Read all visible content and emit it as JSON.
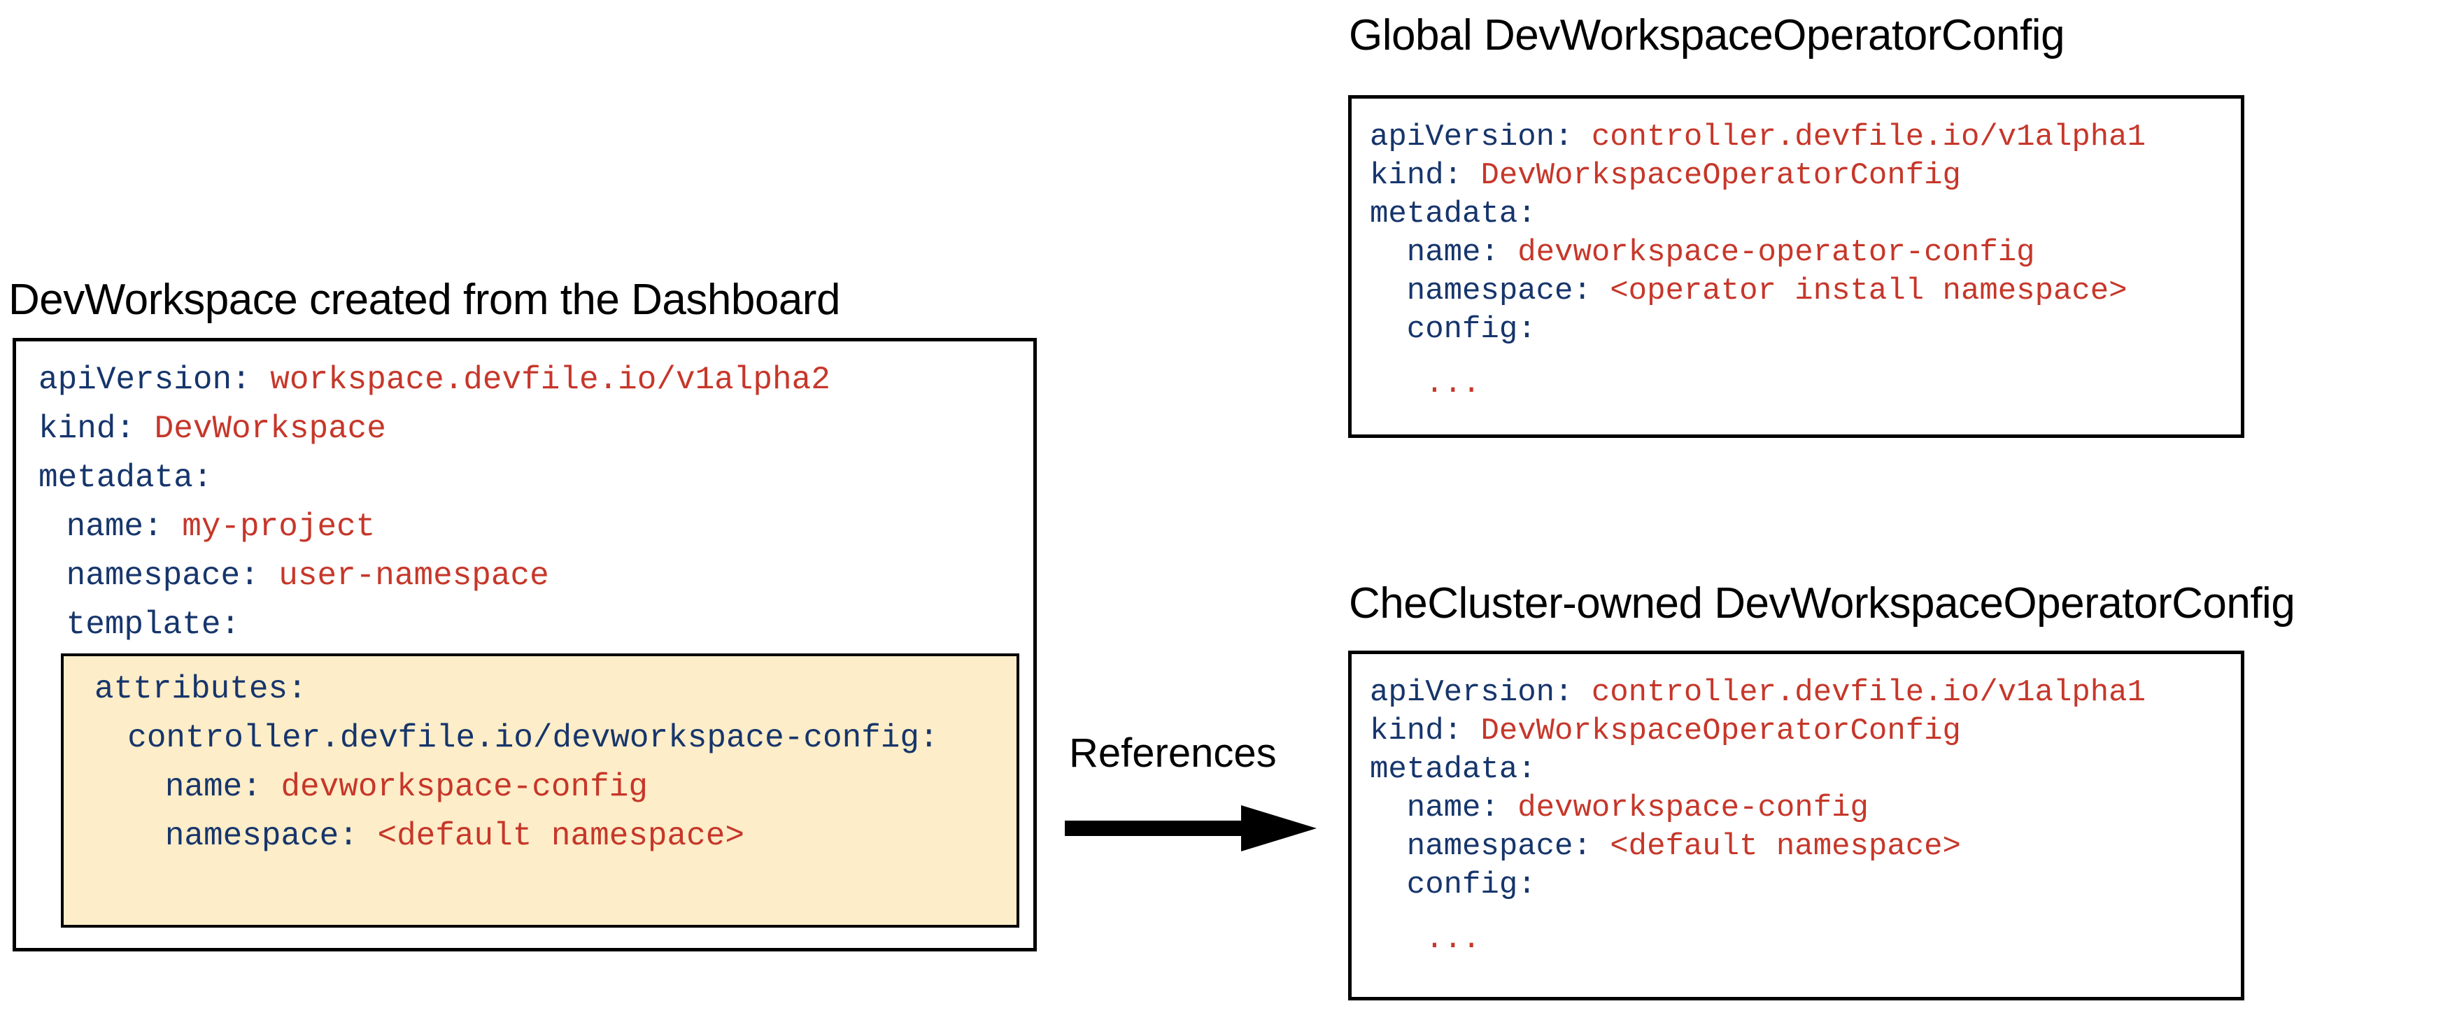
{
  "diagram": {
    "arrow_label": "References",
    "colors": {
      "key": "#16356b",
      "value": "#c6372a",
      "highlight_background": "#fdedc8",
      "border": "#000000",
      "page_background": "#ffffff"
    }
  },
  "devworkspace_panel": {
    "title": "DevWorkspace created from the Dashboard",
    "lines": [
      {
        "key": "apiVersion: ",
        "value": "workspace.devfile.io/v1alpha2"
      },
      {
        "key": "kind: ",
        "value": "DevWorkspace"
      },
      {
        "key": "metadata:",
        "value": ""
      },
      {
        "key": " name: ",
        "value": "my-project"
      },
      {
        "key": " namespace: ",
        "value": "user-namespace"
      },
      {
        "key": " template:",
        "value": ""
      }
    ],
    "highlight": {
      "lines": [
        {
          "key": "attributes:",
          "value": ""
        },
        {
          "key": "  controller.devfile.io/devworkspace-config:",
          "value": ""
        },
        {
          "key": "   name: ",
          "value": "devworkspace-config"
        },
        {
          "key": "   namespace: ",
          "value": "<default namespace>"
        }
      ]
    }
  },
  "global_dwoc_panel": {
    "title": "Global DevWorkspaceOperatorConfig",
    "lines": [
      {
        "key": "apiVersion: ",
        "value": "controller.devfile.io/v1alpha1"
      },
      {
        "key": "kind: ",
        "value": "DevWorkspaceOperatorConfig"
      },
      {
        "key": "metadata:",
        "value": ""
      },
      {
        "key": "  name: ",
        "value": "devworkspace-operator-config"
      },
      {
        "key": "  namespace: ",
        "value": "<operator install namespace>"
      },
      {
        "key": "  config:",
        "value": ""
      },
      {
        "key": "   ",
        "value": "..."
      }
    ]
  },
  "checluster_dwoc_panel": {
    "title": "CheCluster-owned DevWorkspaceOperatorConfig",
    "lines": [
      {
        "key": "apiVersion: ",
        "value": "controller.devfile.io/v1alpha1"
      },
      {
        "key": "kind: ",
        "value": "DevWorkspaceOperatorConfig"
      },
      {
        "key": "metadata:",
        "value": ""
      },
      {
        "key": "  name: ",
        "value": "devworkspace-config"
      },
      {
        "key": "  namespace: ",
        "value": "<default namespace>"
      },
      {
        "key": "  config:",
        "value": ""
      },
      {
        "key": "   ",
        "value": "..."
      }
    ]
  }
}
